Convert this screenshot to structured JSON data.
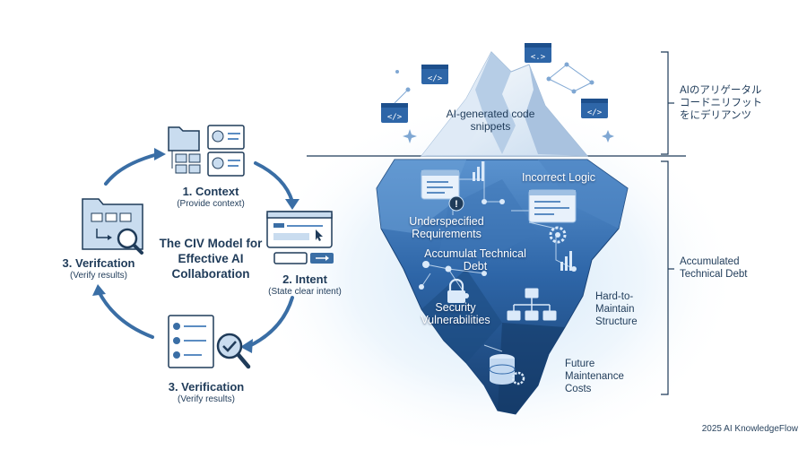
{
  "civ_cycle": {
    "model_title": "The CIV Model for Effective AI Collaboration",
    "context": {
      "title": "1. Context",
      "sub": "(Provide context)"
    },
    "intent": {
      "title": "2. Intent",
      "sub": "(State clear intent)"
    },
    "verification": {
      "title": "3. Verification",
      "sub": "(Verify results)"
    },
    "verifcation_left": {
      "title": "3. Verifcation",
      "sub": "(Verify results)"
    }
  },
  "iceberg": {
    "tip_label": "AI-generated code snippets",
    "labels": {
      "incorrect_logic": "Incorrect Logic",
      "underspecified": "Underspecified Requirements",
      "accumulat": "Accumulat Technical Debt",
      "security": "Security Vulnerabilities",
      "hard_to_maintain": "Hard-to- Maintain Structure",
      "future_costs": "Future Maintenance Costs"
    },
    "right_top_label": "AIのアリゲータル コードニリフット をにデリアンツ",
    "right_bottom_label": "Accumulated Technical Debt"
  },
  "footer": "2025 AI KnowledgeFlow",
  "colors": {
    "navy": "#1f3b59",
    "arrow_blue": "#3a6ea5",
    "ice_deep": "#1d4f8c",
    "ice_light": "#5b93cf",
    "glow": "#cfe5f7"
  }
}
